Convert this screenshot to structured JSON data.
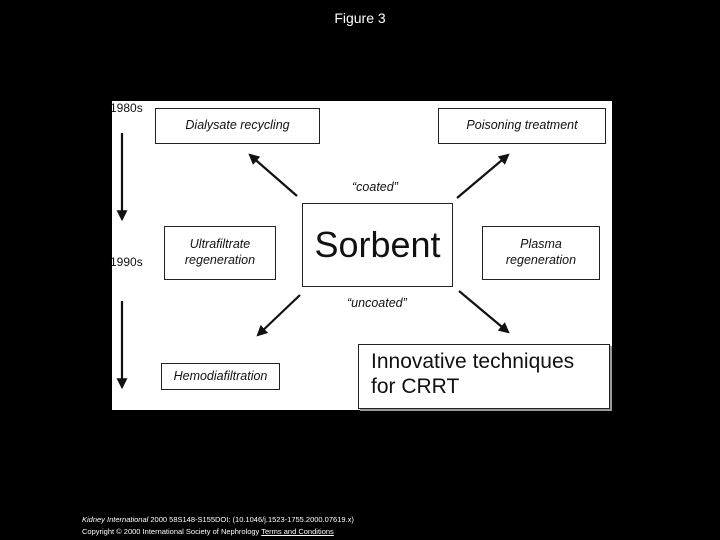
{
  "title": "Figure 3",
  "diagram": {
    "decades": {
      "first": "1980s",
      "second": "1990s"
    },
    "center": "Sorbent",
    "coated_label": "“coated”",
    "uncoated_label": "“uncoated”",
    "dialysate": "Dialysate recycling",
    "poisoning": "Poisoning treatment",
    "ultrafiltrate": {
      "line1": "Ultrafiltrate",
      "line2": "regeneration"
    },
    "plasma": {
      "line1": "Plasma",
      "line2": "regeneration"
    },
    "hemodiafiltration": "Hemodiafiltration",
    "innovative": {
      "line1": "Innovative techniques",
      "line2": "for CRRT"
    }
  },
  "footer": {
    "journal": "Kidney International",
    "citation": " 2000 58S148-S155DOI: (10.1046/j.1523-1755.2000.07619.x)",
    "copyright": "Copyright © 2000 International Society of Nephrology ",
    "terms": "Terms and Conditions"
  }
}
